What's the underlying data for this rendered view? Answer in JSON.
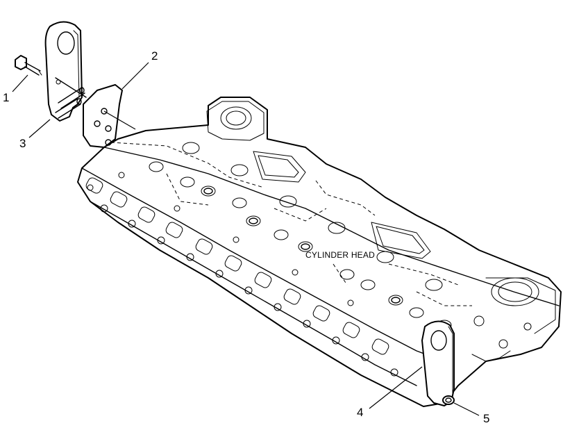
{
  "callouts": [
    {
      "number": "1"
    },
    {
      "number": "2"
    },
    {
      "number": "3"
    },
    {
      "number": "4"
    },
    {
      "number": "5"
    }
  ],
  "cylinder_head_label": "CYLINDER HEAD"
}
